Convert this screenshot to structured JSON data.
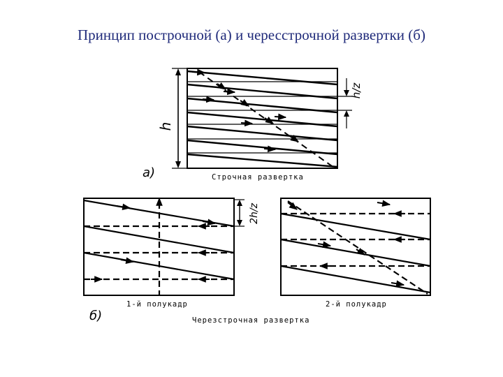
{
  "title": "Принцип построчной (а) и чересстрочной развертки (б)",
  "diagram_a": {
    "letter": "а)",
    "caption": "Строчная развертка",
    "height_label": "h",
    "line_step_label": "h/z"
  },
  "diagram_b": {
    "letter": "б)",
    "caption": "Черезстрочная развертка",
    "field1_label": "1-й полукадр",
    "field2_label": "2-й полукадр",
    "line_step_label": "2h/z"
  }
}
